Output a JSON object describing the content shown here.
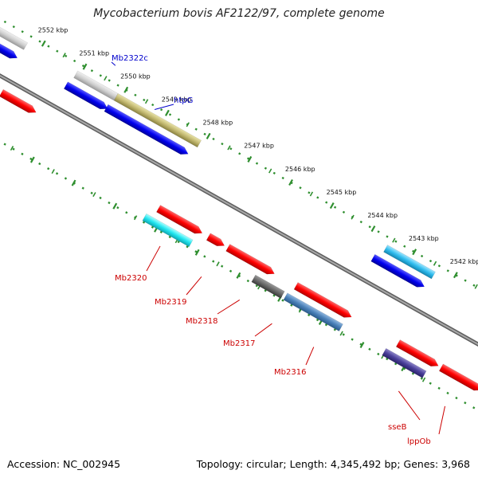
{
  "title": "Mycobacterium bovis AF2122/97, complete genome",
  "footer": {
    "accession": "Accession: NC_002945",
    "info": "Topology: circular; Length: 4,345,492 bp; Genes: 3,968"
  },
  "colors": {
    "backbone": "#8a8a8a",
    "tick": "#2f8f2f",
    "label_blue": "#0000cc",
    "label_red": "#cc0000"
  },
  "ticks": [
    {
      "label": "2552 kbp"
    },
    {
      "label": "2551 kbp"
    },
    {
      "label": "2550 kbp"
    },
    {
      "label": "2549 kbp"
    },
    {
      "label": "2548 kbp"
    },
    {
      "label": "2547 kbp"
    },
    {
      "label": "2546 kbp"
    },
    {
      "label": "2545 kbp"
    },
    {
      "label": "2544 kbp"
    },
    {
      "label": "2543 kbp"
    },
    {
      "label": "2542 kbp"
    }
  ],
  "labels": {
    "Mb2322c": "Mb2322c",
    "htpG": "htpG",
    "Mb2320": "Mb2320",
    "Mb2319": "Mb2319",
    "Mb2318": "Mb2318",
    "Mb2317": "Mb2317",
    "Mb2316": "Mb2316",
    "sseB": "sseB",
    "lppOb": "lppOb"
  }
}
